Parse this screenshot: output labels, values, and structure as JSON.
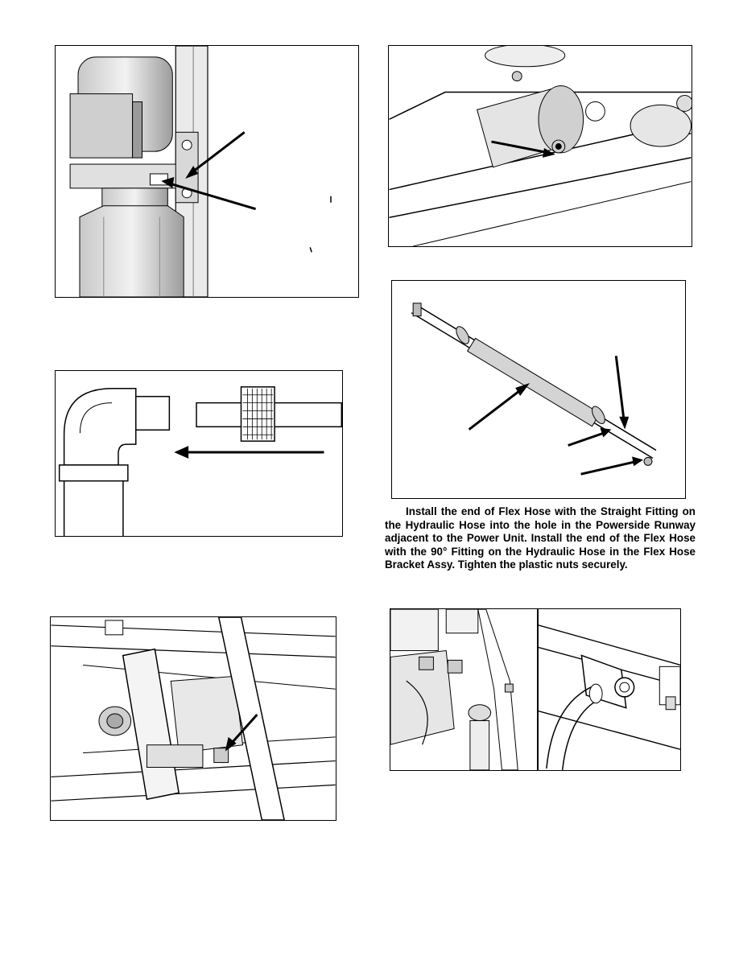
{
  "page": {
    "instructions": {
      "flex_hose_install": "Install the end of Flex Hose with the Straight Fitting on the Hydraulic Hose into the hole in the Powerside Runway adjacent to the Power Unit. Install the end of the Flex Hose with the 90° Fitting on the Hydraulic Hose in the Flex Hose Bracket Assy. Tighten the plastic nuts securely."
    },
    "figures": [
      {
        "subject": "power-unit-motor",
        "callout_arrows": 2
      },
      {
        "subject": "cylinder-end-fitting",
        "callout_arrows": 1
      },
      {
        "subject": "elbow-fitting-and-nut",
        "callout_arrows": 1
      },
      {
        "subject": "flex-hose-assembly",
        "callout_arrows": 4
      },
      {
        "subject": "runway-cross-member",
        "callout_arrows": 1
      },
      {
        "subject": "power-unit-port-and-bracket",
        "callout_arrows": 0
      }
    ],
    "colors": {
      "ink": "#000000",
      "shade_light": "#e6e6e6",
      "shade_mid": "#bdbdbd",
      "shade_dark": "#8a8a8a"
    }
  }
}
